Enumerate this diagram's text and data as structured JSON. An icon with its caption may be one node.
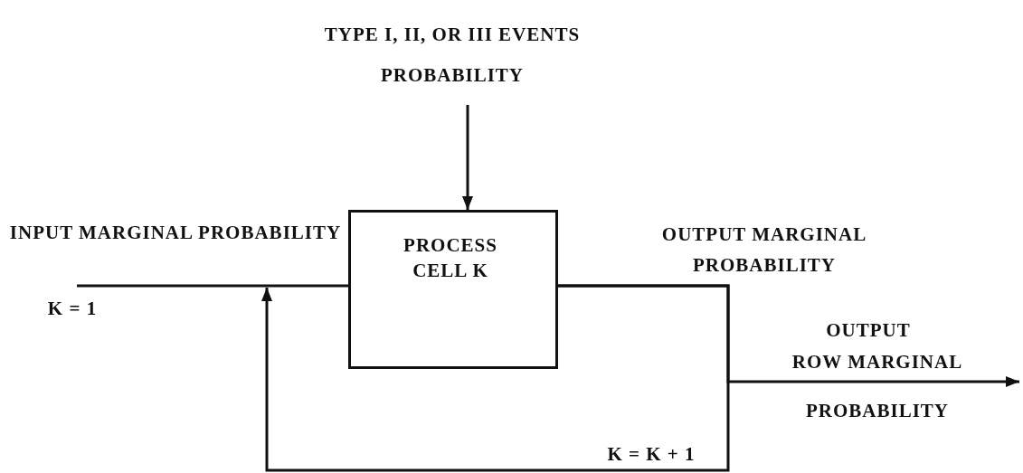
{
  "diagram": {
    "nodes": [
      {
        "text": [
          "TYPE I, II, OR III EVENTS",
          "PROBABILITY"
        ]
      },
      {
        "text": [
          "PROCESS CELL K"
        ]
      }
    ],
    "edges": [
      {
        "from": 0,
        "to": 1,
        "arrow": "to"
      },
      {
        "from": null,
        "to": 1,
        "arrow": "none",
        "label": "INPUT MARGINAL PROBABILITY"
      },
      {
        "from": 1,
        "to": null,
        "arrow": "to",
        "label": "OUTPUT"
      },
      {
        "from": 1,
        "to": 1,
        "arrow": "to",
        "label": "K = K + 1"
      }
    ],
    "labels": [
      "OUTPUT MARGINAL PROBABILITY",
      "K = 1",
      "ROW MARGINAL",
      "PROBABILITY"
    ]
  }
}
